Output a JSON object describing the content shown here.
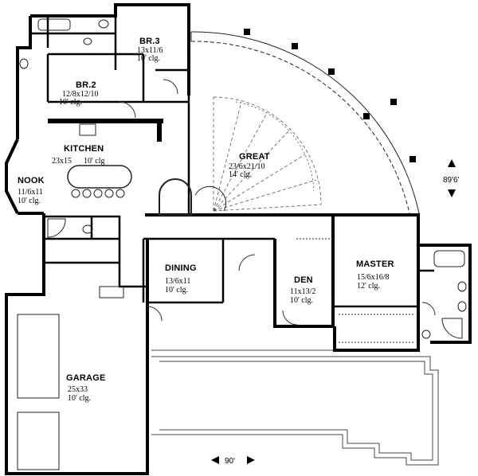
{
  "rooms": {
    "br3": {
      "name": "BR.3",
      "size": "13x11/6",
      "ceiling": "10' clg."
    },
    "br2": {
      "name": "BR.2",
      "size": "12/8x12/10",
      "ceiling": "10' clg."
    },
    "kitchen": {
      "name": "KITCHEN",
      "size": "23x15",
      "ceiling": "10' clg"
    },
    "nook": {
      "name": "NOOK",
      "size": "11/6x11",
      "ceiling": "10' clg."
    },
    "great": {
      "name": "GREAT",
      "size": "23/6x21/10",
      "ceiling": "14' clg."
    },
    "dining": {
      "name": "DINING",
      "size": "13/6x11",
      "ceiling": "10' clg."
    },
    "den": {
      "name": "DEN",
      "size": "11x13/2",
      "ceiling": "10' clg."
    },
    "master": {
      "name": "MASTER",
      "size": "15/6x16/8",
      "ceiling": "12' clg."
    },
    "garage": {
      "name": "GARAGE",
      "size": "25x33",
      "ceiling": "10' clg."
    }
  },
  "dimensions": {
    "depth": "89'6'",
    "width": "90'"
  },
  "colors": {
    "wall": "#000000",
    "line": "#333333",
    "background": "#ffffff"
  }
}
